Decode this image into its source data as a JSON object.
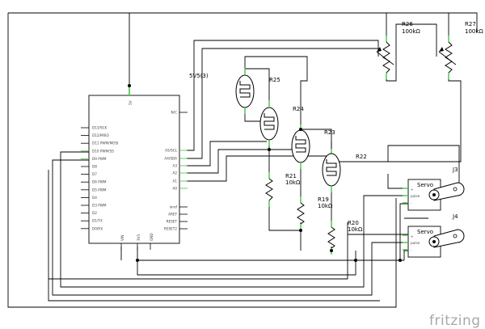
{
  "arduino": {
    "left_pins": [
      "D13/SCK",
      "D12/MISO",
      "D11 PWM/MOSI",
      "D10 PWM/SS",
      "D9 PWM",
      "D8",
      "D7",
      "D6 PWM",
      "D5 PWM",
      "D4",
      "D3 PWM",
      "D2",
      "D1/TX",
      "D0/RX"
    ],
    "right_pins": [
      "N/C",
      "A5/SCL",
      "A4/SDA",
      "A3",
      "A2",
      "A1",
      "A0",
      "ioref",
      "AREF",
      "RESET",
      "RESET2"
    ],
    "top_pin": "5V",
    "bottom_pins": [
      "VIN",
      "3V3",
      "GND"
    ],
    "extra_label": "5V5(3)"
  },
  "components": {
    "r26": {
      "name": "R26",
      "value": "100kΩ"
    },
    "r27": {
      "name": "R27",
      "value": "100kΩ"
    },
    "r25": {
      "name": "R25"
    },
    "r24": {
      "name": "R24"
    },
    "r23": {
      "name": "R23"
    },
    "r22": {
      "name": "R22"
    },
    "r21": {
      "name": "R21",
      "value": "10kΩ"
    },
    "r19": {
      "name": "R19",
      "value": "10kΩ"
    },
    "r20": {
      "name": "R20",
      "value": "10kΩ"
    },
    "j3": {
      "name": "J3",
      "title": "Servo",
      "pin_plus": "+",
      "pin_pulse": "pulse",
      "pin_minus": "-"
    },
    "j4": {
      "name": "J4",
      "title": "Servo",
      "pin_plus": "+",
      "pin_pulse": "pulse",
      "pin_minus": "-"
    }
  },
  "logo": "fritzing",
  "colors": {
    "wire": "#000000",
    "pin_end": "#3ec73e",
    "part_fill": "#ffffff",
    "logo": "#a8a8a8"
  }
}
